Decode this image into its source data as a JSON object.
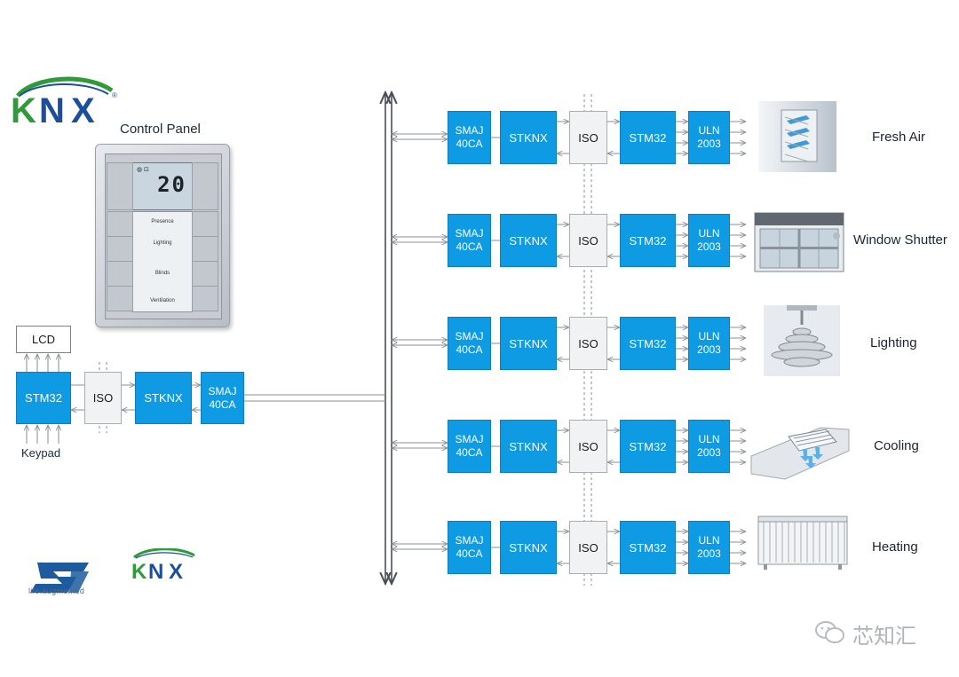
{
  "title_logo": {
    "text": "KNX",
    "caption": "Control Panel"
  },
  "panel": {
    "temperature": "20",
    "rows": [
      "Presence",
      "Lighting",
      "Blinds",
      "Ventilation"
    ]
  },
  "controller": {
    "lcd": "LCD",
    "mcu": "STM32",
    "iso": "ISO",
    "transceiver": "STKNX",
    "protection": [
      "SMAJ",
      "40CA"
    ],
    "keypad": "Keypad"
  },
  "channel_blocks": {
    "protection": [
      "SMAJ",
      "40CA"
    ],
    "transceiver": "STKNX",
    "iso": "ISO",
    "mcu": "STM32",
    "driver": [
      "ULN",
      "2003"
    ]
  },
  "channels": [
    {
      "label": "Fresh Air",
      "icon": "fresh-air-icon"
    },
    {
      "label": "Window Shutter",
      "icon": "window-shutter-icon"
    },
    {
      "label": "Lighting",
      "icon": "lighting-icon"
    },
    {
      "label": "Cooling",
      "icon": "cooling-icon"
    },
    {
      "label": "Heating",
      "icon": "heating-icon"
    }
  ],
  "footer": {
    "st_tagline": "life.augmented",
    "knx_logo": "KNX",
    "watermark": "芯知汇"
  },
  "colors": {
    "block_blue": "#0f9be3",
    "knx_green": "#2e9a3a",
    "knx_blue": "#1d4e9b",
    "bus_dark": "#4a4f57"
  }
}
